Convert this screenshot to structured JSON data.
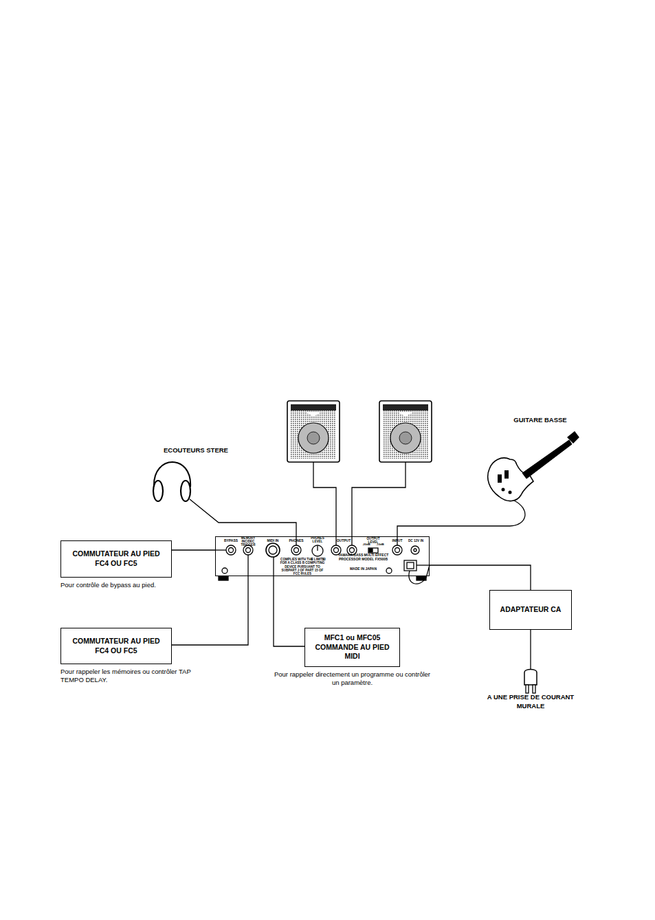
{
  "diagram": {
    "nodes": [
      {
        "text": [
          "COMMUTATEUR AU PIED FC4 OU FC5",
          "Pour contrôle de bypass au pied."
        ]
      },
      {
        "text": [
          "YAMAHA BASS MULTI EFFECT PROCESSOR MODEL FX500B",
          "MADE IN JAPAN",
          "COMPLIES WITH THE LIMITS FOR A CLASS B COMPUTING DEVICE PURSUANT TO SUBPART J OF PART 15 OF FCC RULES"
        ]
      },
      {
        "text": [
          "ADAPTATEUR CA"
        ]
      },
      {
        "text": [
          "COMMUTATEUR AU PIED FC4 OU FC5",
          "Pour rappeler les mémoires ou contrôler TAP TEMPO DELAY."
        ]
      },
      {
        "text": [
          "MFC1 ou MFC05 COMMANDE AU PIED MIDI",
          "Pour rappeler directement un programme ou contrôler un paramètre."
        ]
      }
    ],
    "edges": [
      {
        "from": 0,
        "to": 1,
        "arrow": "none"
      },
      {
        "from": 3,
        "to": 1,
        "arrow": "none"
      },
      {
        "from": 4,
        "to": 1,
        "arrow": "none"
      },
      {
        "from": 2,
        "to": 1,
        "arrow": "none"
      }
    ],
    "labels": [
      "ECOUTEURS STERE",
      "GUITARE BASSE",
      "BYPASS",
      "MEMORY INC/DEC TRIGGER",
      "MIDI IN",
      "PHONES",
      "PHONES LEVEL",
      "0",
      "10",
      "OUTPUT",
      "OUTPUT LEVEL",
      "-20dB",
      "-10dB",
      "INPUT",
      "DC 12V IN",
      "A UNE PRISE DE COURANT MURALE"
    ]
  }
}
